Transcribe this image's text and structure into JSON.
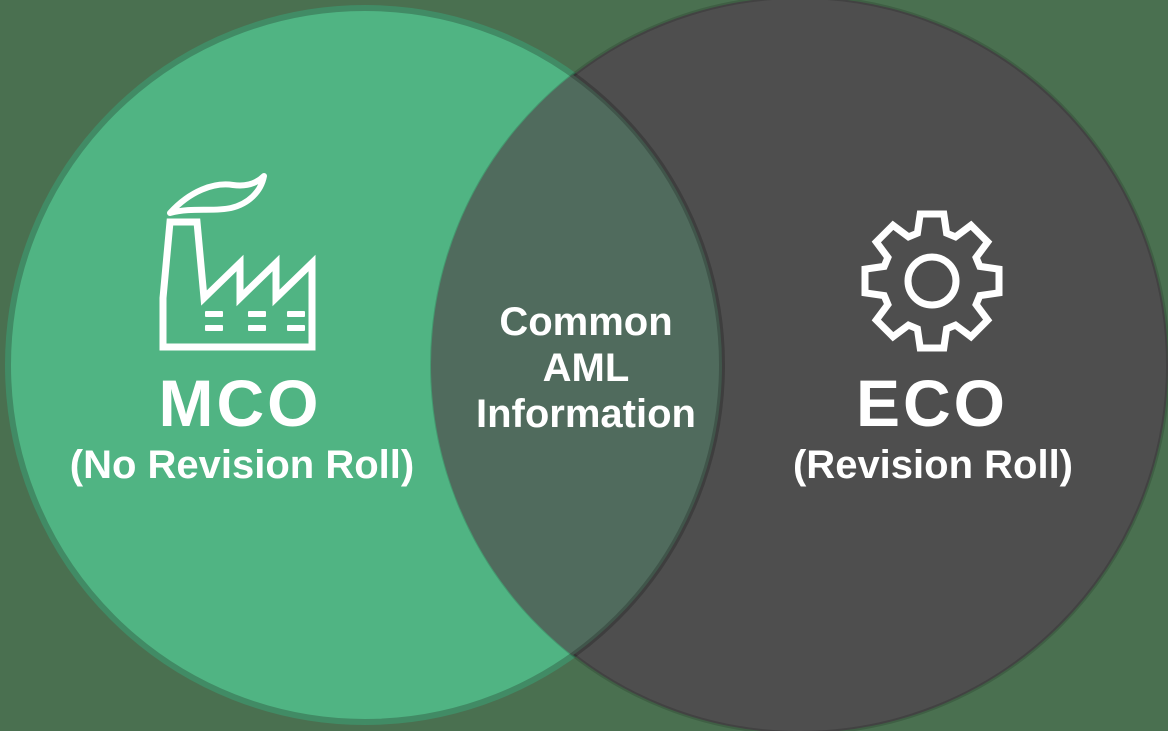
{
  "diagram": {
    "type": "venn-2-circle",
    "background_color": "#4A7050",
    "text_color": "#FFFFFF",
    "left": {
      "title": "MCO",
      "subtitle": "(No Revision Roll)",
      "icon": "factory-icon",
      "fill_color": "#50B483",
      "rim_color": "#418B65"
    },
    "right": {
      "title": "ECO",
      "subtitle": "(Revision Roll)",
      "icon": "gear-icon",
      "fill_color": "#4E4E4E",
      "rim_color": "#454545"
    },
    "overlap": {
      "label": "Common AML Information",
      "lines": [
        "Common",
        "AML",
        "Information"
      ],
      "fill_color": "#506B5D"
    }
  }
}
